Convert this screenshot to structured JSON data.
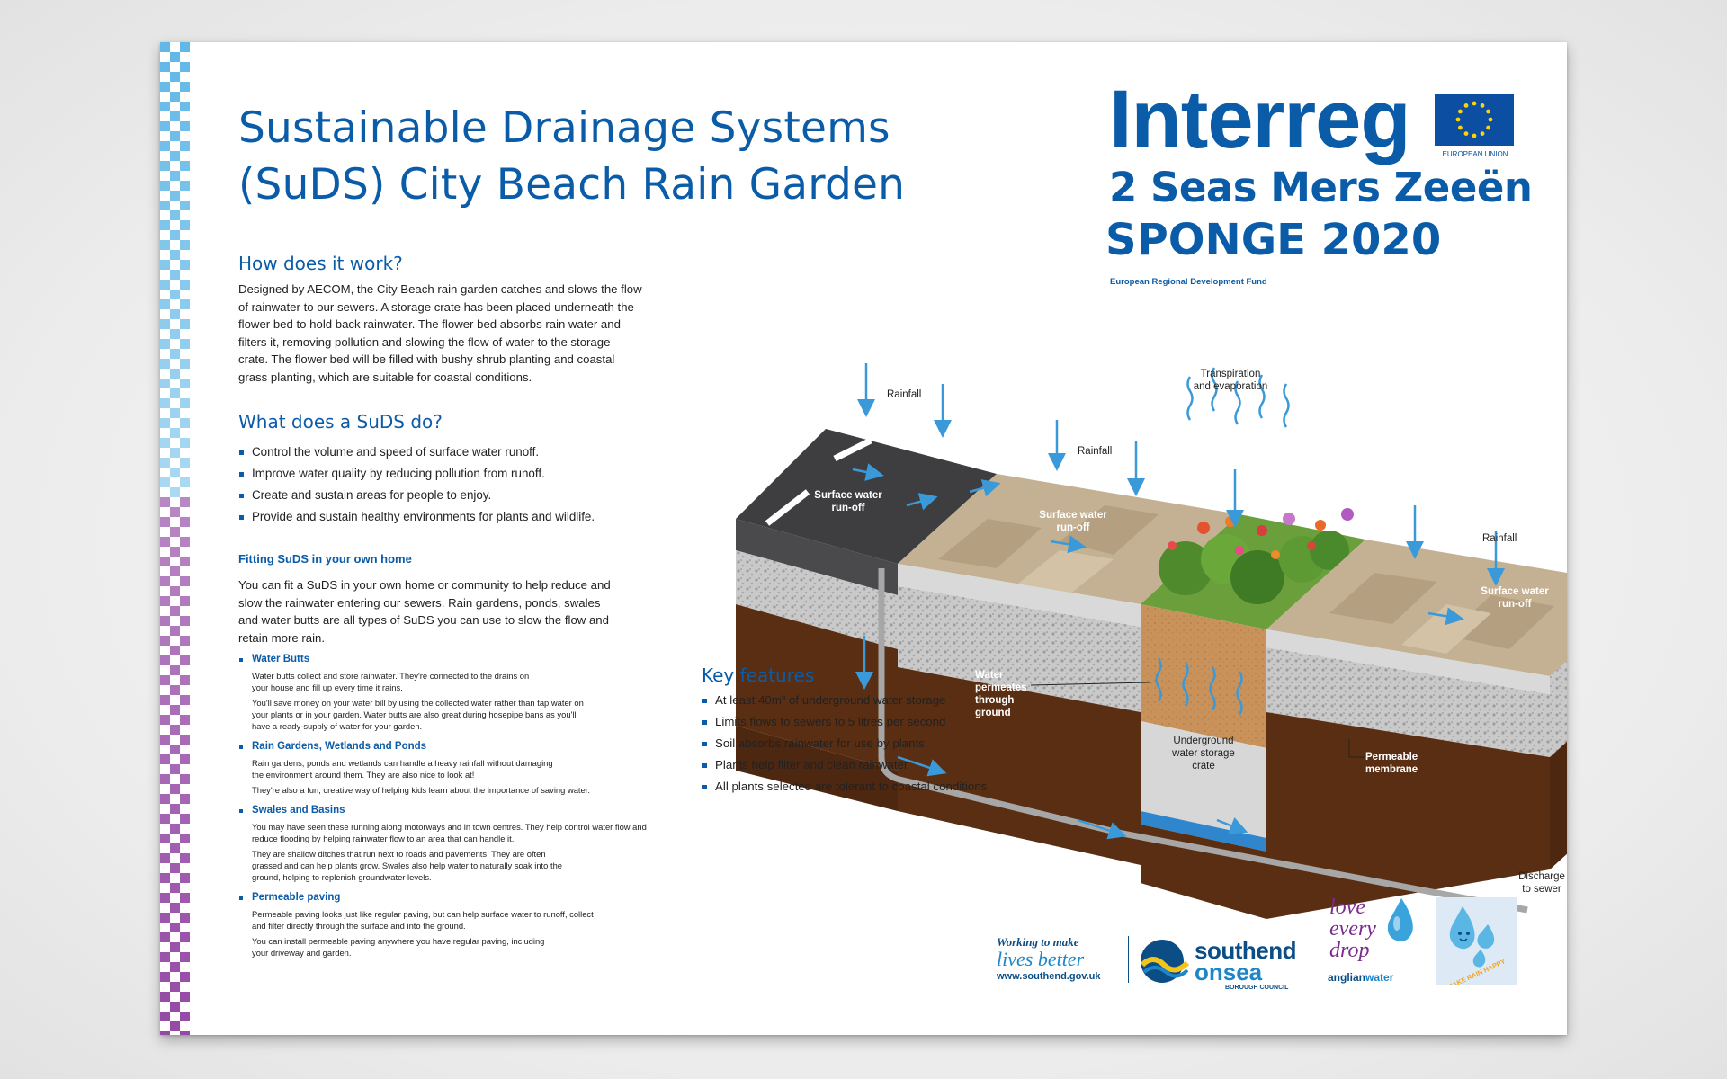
{
  "title": {
    "line1": "Sustainable Drainage Systems",
    "line2": "(SuDS) City Beach Rain Garden"
  },
  "how": {
    "heading": "How does it work?",
    "text": "Designed by AECOM, the City Beach rain garden catches and slows the flow of rainwater to our sewers. A storage crate has been placed underneath the flower bed to hold back rainwater. The flower bed absorbs rain water and filters it, removing pollution and slowing the flow of water to the storage crate. The flower bed will be filled with bushy shrub planting and coastal grass planting, which are suitable for coastal conditions."
  },
  "what": {
    "heading": "What does a SuDS do?",
    "items": [
      "Control the volume and speed of surface water runoff.",
      "Improve water quality by reducing pollution from runoff.",
      "Create and sustain areas for people to enjoy.",
      "Provide and sustain healthy environments for plants and wildlife."
    ]
  },
  "fitting": {
    "heading": "Fitting SuDS in your own home",
    "text": "You can fit a SuDS in your own home or community to help reduce and slow the rainwater entering our sewers. Rain gardens, ponds, swales and water butts are all types of SuDS you can use to slow the flow and retain more rain."
  },
  "subsections": [
    {
      "heading": "Water Butts",
      "p1": "Water butts collect and store rainwater. They're connected to the drains on your house and fill up every time it rains.",
      "p2": "You'll save money on your water bill by using the collected water rather than tap water on your plants or in your garden. Water butts are also great during hosepipe bans as you'll have a ready-supply of water for your garden."
    },
    {
      "heading": "Rain Gardens, Wetlands and Ponds",
      "p1": "Rain gardens, ponds and wetlands can handle a heavy rainfall without damaging the environment around them. They are also nice to look at!",
      "p2": "They're also a fun, creative way of helping kids learn about the importance of saving water."
    },
    {
      "heading": "Swales and Basins",
      "p1": "You may have seen these running along motorways and in town centres. They help control water flow and reduce flooding by helping rainwater flow to an area that can handle it.",
      "p2": "They are shallow ditches that run next to roads and pavements. They are often grassed and can help plants grow. Swales also help water to naturally soak into the ground, helping to replenish groundwater levels."
    },
    {
      "heading": "Permeable paving",
      "p1": "Permeable paving looks just like regular paving, but can help surface water to runoff, collect and filter directly through the surface and into the ground.",
      "p2": "You can install permeable paving anywhere you have regular paving, including your driveway and garden."
    }
  ],
  "branding": {
    "interreg": "Interreg",
    "eu": "EUROPEAN UNION",
    "seas": "2 Seas Mers Zeeën",
    "sponge": "SPONGE 2020",
    "erdf": "European Regional Development Fund"
  },
  "diagram": {
    "rainfall": "Rainfall",
    "transpiration1": "Transpiration",
    "transpiration2": "and evaporation",
    "surface_water1": "Surface water",
    "surface_water2": "run-off",
    "permeates1": "Water",
    "permeates2": "permeates",
    "permeates3": "through",
    "permeates4": "ground",
    "storage1": "Underground",
    "storage2": "water storage",
    "storage3": "crate",
    "membrane1": "Permeable",
    "membrane2": "membrane",
    "discharge1": "Discharge",
    "discharge2": "to sewer"
  },
  "key_features": {
    "heading": "Key features",
    "items": [
      "At least 40m³ of underground water storage",
      "Limits flows to sewers to 5 litres per second",
      "Soil absorbs rainwater for use by plants",
      "Plants help filter and clean rainwater",
      "All plants selected are tolerant to coastal conditions"
    ]
  },
  "footer": {
    "slogan1": "Working to make",
    "slogan2": "lives better",
    "url": "www.southend.gov.uk",
    "southend1": "southend",
    "southend2": "onsea",
    "council": "BOROUGH COUNCIL",
    "love1": "love",
    "love2": "every",
    "love3": "drop",
    "anglian1": "anglian",
    "anglian2": "water",
    "rain_happy": "MAKE RAIN HAPPY"
  },
  "colors": {
    "brand_blue": "#0b5ca8",
    "water_blue": "#3a9ad9",
    "soil_brown": "#5a2e12",
    "checker_blue": "#58b4e6",
    "checker_purple": "#8e3ea0"
  }
}
